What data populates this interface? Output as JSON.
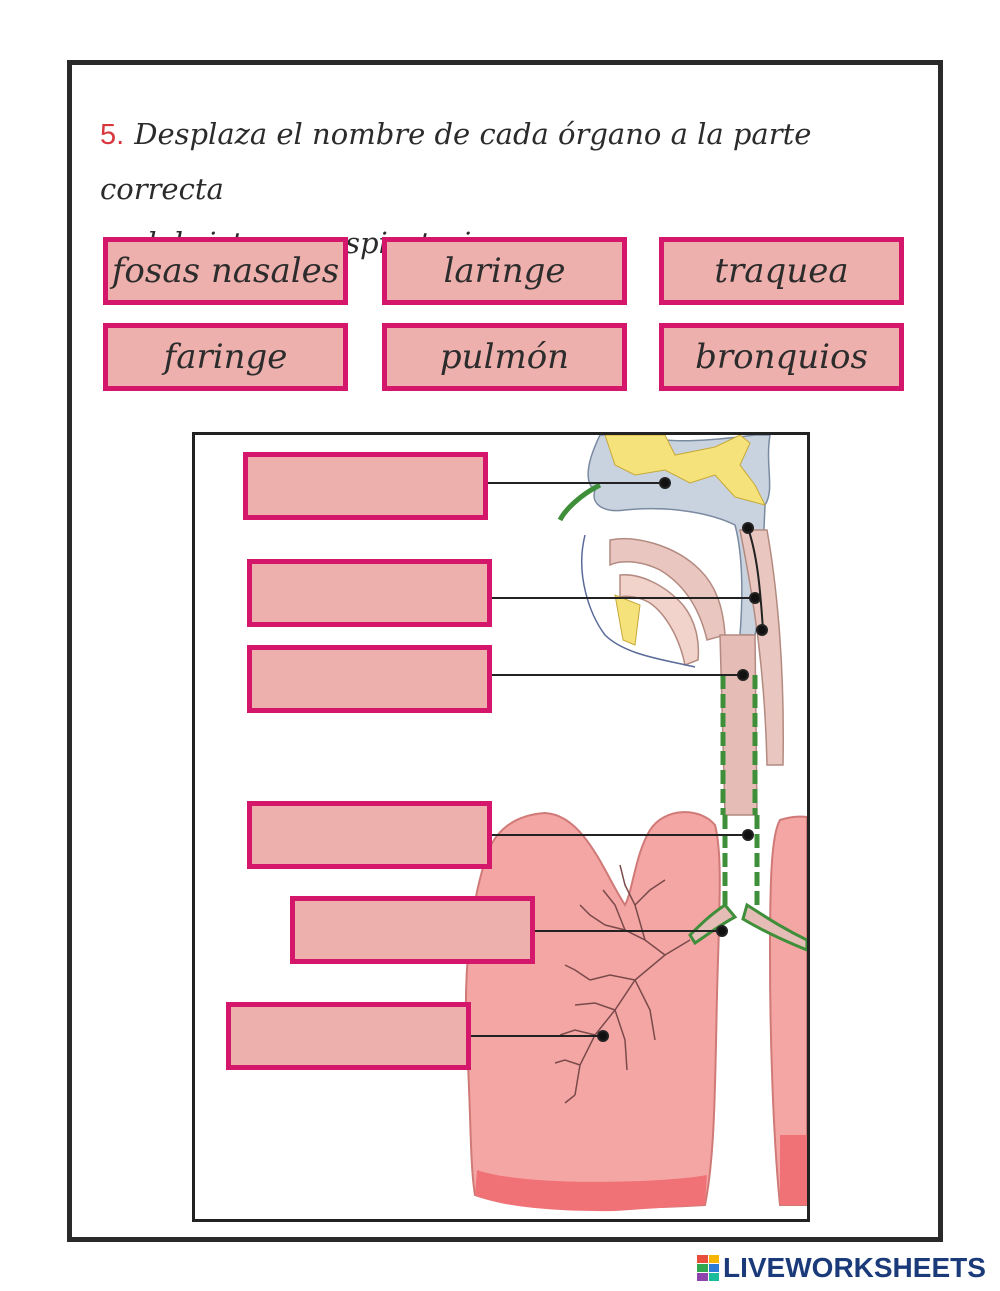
{
  "instruction": {
    "number": "5.",
    "line1": "Desplaza el nombre de cada órgano a la parte correcta",
    "line2": "del sistema respiratorio",
    "end": "."
  },
  "word_bank": [
    "fosas nasales",
    "laringe",
    "traquea",
    "faringe",
    "pulmón",
    "bronquios"
  ],
  "drop_zones": [
    "",
    "",
    "",
    "",
    "",
    ""
  ],
  "brand": {
    "name": "LIVEWORKSHEETS"
  },
  "colors": {
    "box_fill": "#eeb0ad",
    "box_border": "#d4176a",
    "number_red": "#d9373e",
    "brand_blue": "#1b3a7a",
    "lung_pink": "#f4a6a4",
    "airway_blue": "#c9d3df",
    "bone_yellow": "#f5e27a",
    "lining_green": "#3f8f3a"
  }
}
